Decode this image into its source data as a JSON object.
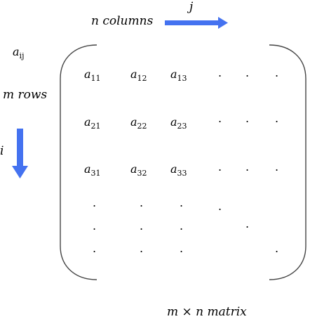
{
  "labels": {
    "n_columns": "n columns",
    "j": "j",
    "m_rows": "m rows",
    "i": "i",
    "aij_base": "a",
    "aij_sub": "ij",
    "caption": "m × n matrix"
  },
  "matrix": {
    "base": "a",
    "row1": [
      "11",
      "12",
      "13"
    ],
    "row2": [
      "21",
      "22",
      "23"
    ],
    "row3": [
      "31",
      "32",
      "33"
    ],
    "dot": "."
  },
  "colors": {
    "arrow": "#4472f0",
    "bracket": "#444444",
    "text": "#000000"
  },
  "icons": {
    "column_arrow": "arrow-right-icon",
    "row_arrow": "arrow-down-icon"
  }
}
